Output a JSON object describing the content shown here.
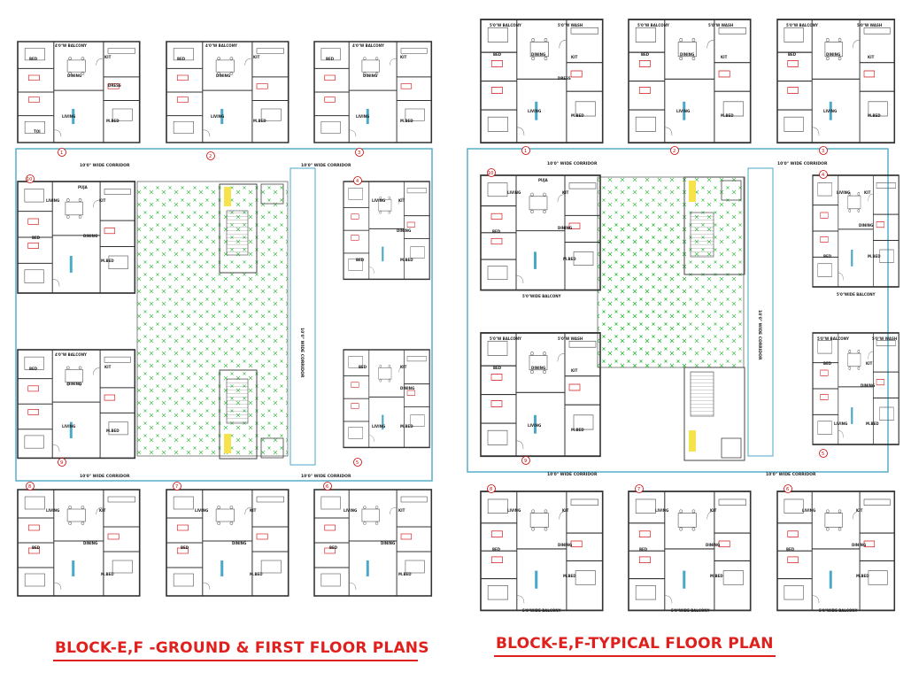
{
  "titles": {
    "left": "BLOCK-E,F -GROUND & FIRST FLOOR PLANS",
    "right": "BLOCK-E,F-TYPICAL FLOOR PLAN"
  },
  "labels": {
    "corridor": "10'0\" WIDE CORRIDOR",
    "balcony_top": "4'0\"W BALCONY",
    "balcony_right": "5'0\"W BALCONY",
    "balcony_bottom": "5'0\"WIDE BALCONY",
    "wash": "5'0\"W WASH",
    "bed": "BED",
    "mbed": "M.BED",
    "living": "LIVING",
    "dining": "DINING",
    "kit": "KIT",
    "toi": "TOI",
    "dress": "DRESS",
    "pooja": "PUJA",
    "lift": "LIFT",
    "stair": "STAIR"
  },
  "units_left": [
    "1",
    "2",
    "3",
    "4",
    "5",
    "6",
    "7",
    "8",
    "9",
    "10"
  ],
  "units_right": [
    "1",
    "2",
    "3",
    "4",
    "5",
    "6",
    "7",
    "8",
    "9",
    "10"
  ],
  "colors": {
    "title": "#e0201c",
    "wall": "#333333",
    "corridor": "#4aa8c8",
    "lawn": "#2ebd3a",
    "unit_marker": "#cc0000"
  }
}
